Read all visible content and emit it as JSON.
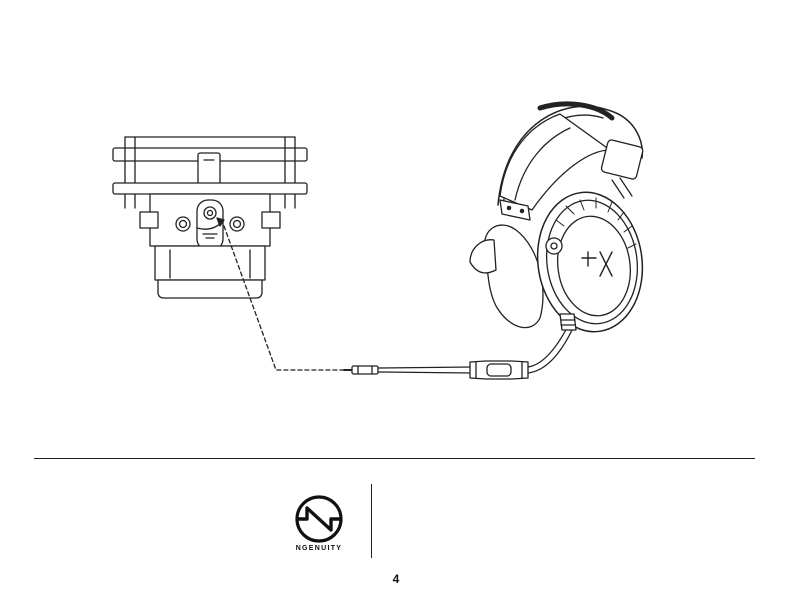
{
  "logo": {
    "text": "NGENUITY"
  },
  "footer": {
    "page_number": "4"
  },
  "headset_brand_mark": "HyperX"
}
